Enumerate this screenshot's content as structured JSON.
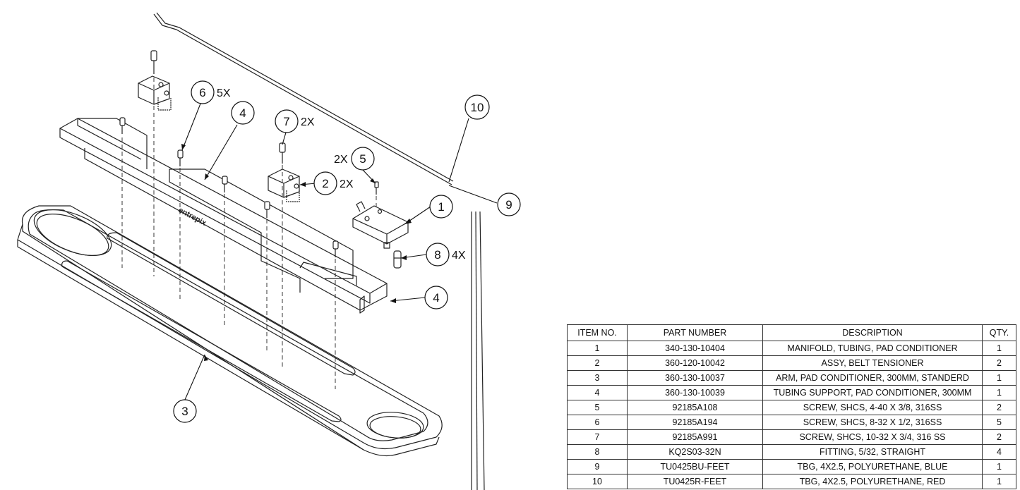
{
  "balloons": [
    {
      "id": "b1",
      "label": "1"
    },
    {
      "id": "b2",
      "label": "2",
      "qty": "2X"
    },
    {
      "id": "b3",
      "label": "3"
    },
    {
      "id": "b4a",
      "label": "4"
    },
    {
      "id": "b4b",
      "label": "4"
    },
    {
      "id": "b5",
      "label": "5",
      "qty": "2X"
    },
    {
      "id": "b6",
      "label": "6",
      "qty": "5X"
    },
    {
      "id": "b7",
      "label": "7",
      "qty": "2X"
    },
    {
      "id": "b8",
      "label": "8",
      "qty": "4X"
    },
    {
      "id": "b9",
      "label": "9"
    },
    {
      "id": "b10",
      "label": "10"
    }
  ],
  "bom": {
    "headers": [
      "ITEM NO.",
      "PART NUMBER",
      "DESCRIPTION",
      "QTY."
    ],
    "rows": [
      [
        "1",
        "340-130-10404",
        "MANIFOLD, TUBING, PAD CONDITIONER",
        "1"
      ],
      [
        "2",
        "360-120-10042",
        "ASSY, BELT TENSIONER",
        "2"
      ],
      [
        "3",
        "360-130-10037",
        "ARM, PAD CONDITIONER, 300MM, STANDERD",
        "1"
      ],
      [
        "4",
        "360-130-10039",
        "TUBING SUPPORT, PAD CONDITIONER, 300MM",
        "1"
      ],
      [
        "5",
        "92185A108",
        "SCREW, SHCS, 4-40 X 3/8, 316SS",
        "2"
      ],
      [
        "6",
        "92185A194",
        "SCREW, SHCS, 8-32 X 1/2, 316SS",
        "5"
      ],
      [
        "7",
        "92185A991",
        "SCREW, SHCS, 10-32 X 3/4, 316 SS",
        "2"
      ],
      [
        "8",
        "KQ2S03-32N",
        "FITTING, 5/32, STRAIGHT",
        "4"
      ],
      [
        "9",
        "TU0425BU-FEET",
        "TBG, 4X2.5, POLYURETHANE, BLUE",
        "1"
      ],
      [
        "10",
        "TU0425R-FEET",
        "TBG, 4X2.5, POLYURETHANE, RED",
        "1"
      ]
    ]
  }
}
